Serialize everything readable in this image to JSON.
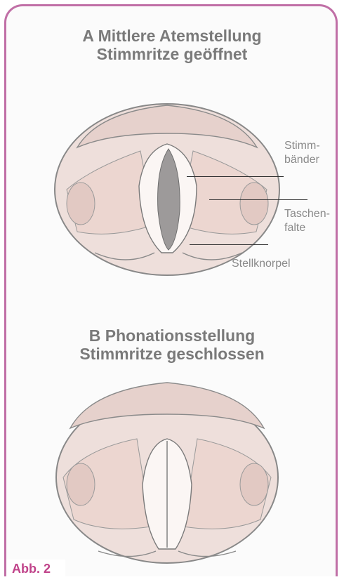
{
  "figure": {
    "title_a": [
      "A Mittlere Atemstellung",
      "Stimmritze geöffnet"
    ],
    "title_b": [
      "B Phonationsstellung",
      "Stimmritze geschlossen"
    ],
    "labels": {
      "stimmbaender": [
        "Stimm-",
        "bänder"
      ],
      "taschenfalte": [
        "Taschen-",
        "falte"
      ],
      "stellknorpel": "Stellknorpel"
    },
    "caption": "Abb. 2"
  },
  "colors": {
    "frame": "#c06fa6",
    "caption": "#c0438a",
    "title": "#7a7a7a",
    "tissue": "#ecd9d4",
    "glottis_open": "#9d9a9a"
  }
}
